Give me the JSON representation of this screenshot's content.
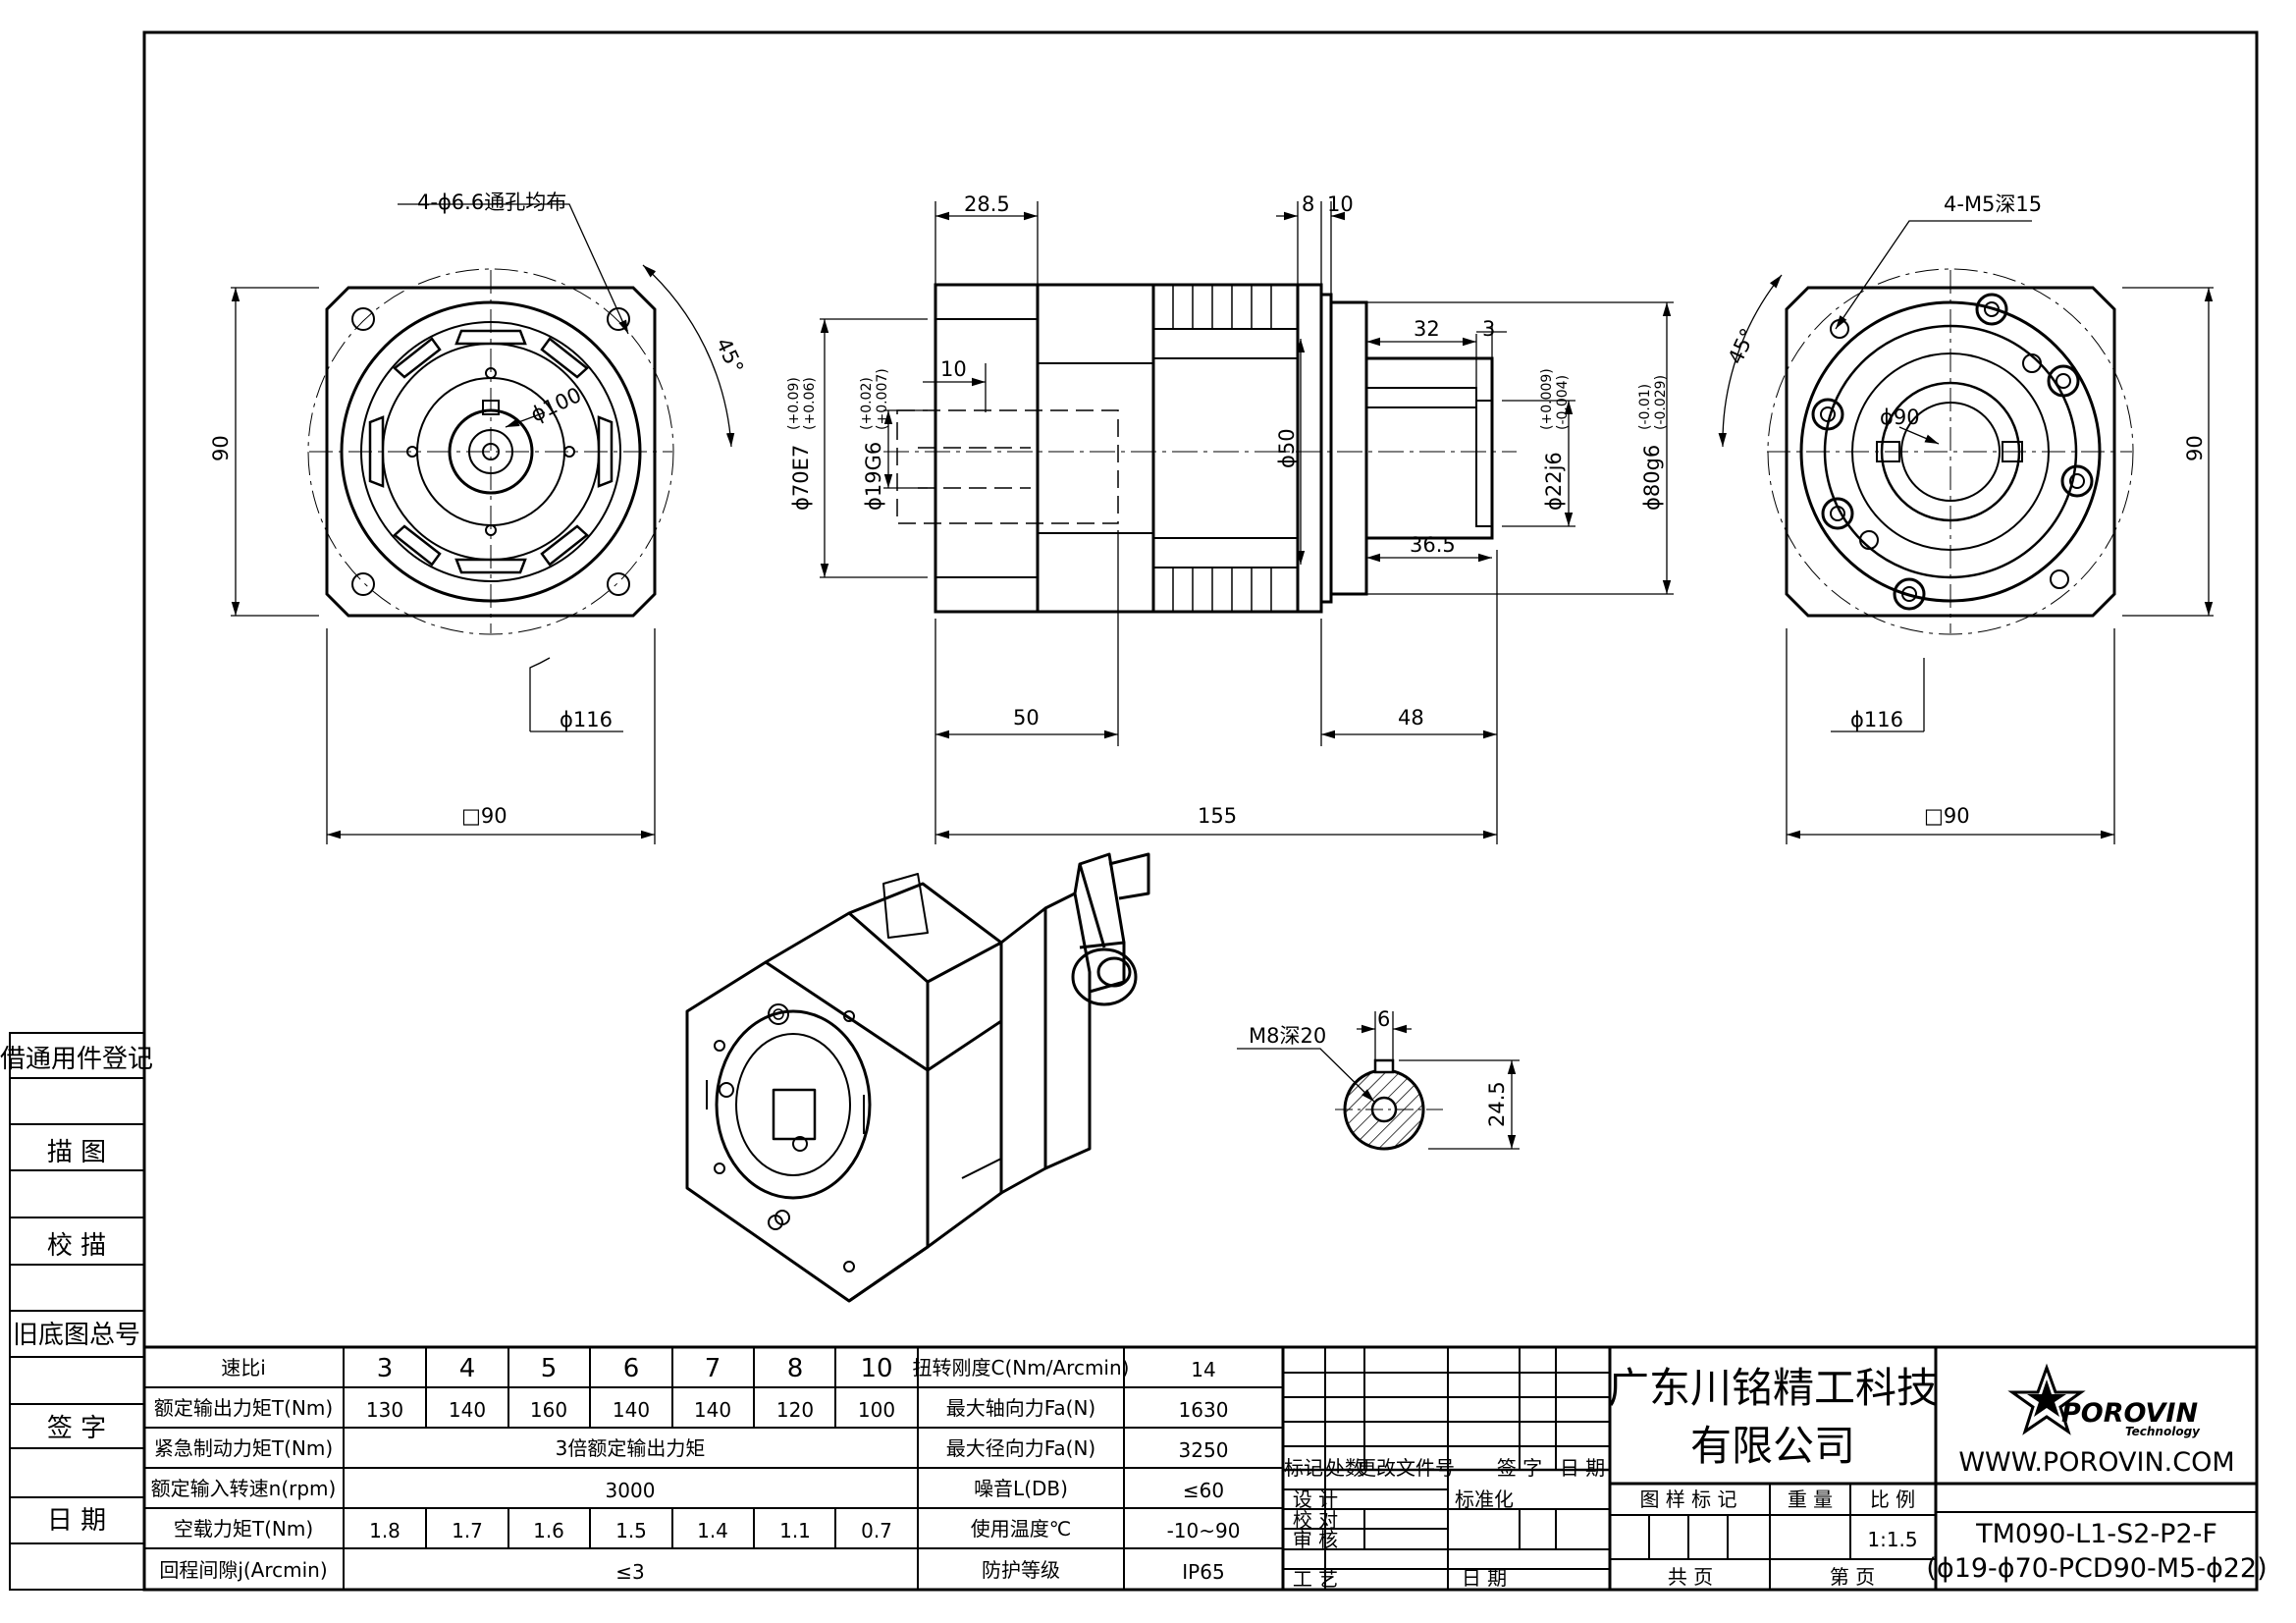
{
  "front_view": {
    "holes_note": "4-ϕ6.6通孔均布",
    "angle": "45°",
    "pcd": "ϕ100",
    "outer_dia": "ϕ116",
    "side_height": "90",
    "square": "□90"
  },
  "side_view": {
    "dim_flange_len": "28.5",
    "dim_8": "8",
    "dim_10_top": "10",
    "dim_10_inner": "10",
    "dim_32": "32",
    "dim_3": "3",
    "dia_70": "ϕ70E7",
    "dia_70_tol_upper": "(+0.09)",
    "dia_70_tol_lower": "(+0.06)",
    "dia_19": "ϕ19G6",
    "dia_19_tol_upper": "(+0.02)",
    "dia_19_tol_lower": "(+0.007)",
    "dia_50": "ϕ50",
    "dia_22": "ϕ22j6",
    "dia_22_tol_upper": "(+0.009)",
    "dia_22_tol_lower": "(-0.004)",
    "dia_80": "ϕ80g6",
    "dia_80_tol_upper": "(-0.01)",
    "dia_80_tol_lower": "(-0.029)",
    "dim_36_5": "36.5",
    "dim_50": "50",
    "dim_48": "48",
    "dim_155": "155"
  },
  "rear_view": {
    "thread_note": "4-M5深15",
    "angle": "45°",
    "pcd": "ϕ90",
    "outer_dia": "ϕ116",
    "side_height": "90",
    "square": "□90"
  },
  "section_view": {
    "thread": "M8深20",
    "key_width": "6",
    "key_height": "24.5"
  },
  "left_strip": [
    "借通用件登记",
    "描 图",
    "校 描",
    "旧底图总号",
    "签 字",
    "日 期"
  ],
  "spec_table": {
    "ratio_label": "速比i",
    "ratios": [
      "3",
      "4",
      "5",
      "6",
      "7",
      "8",
      "10"
    ],
    "rows": [
      {
        "label": "额定输出力矩T(Nm)",
        "values": [
          "130",
          "140",
          "160",
          "140",
          "140",
          "120",
          "100"
        ]
      },
      {
        "label": "紧急制动力矩T(Nm)",
        "span": "3倍额定输出力矩"
      },
      {
        "label": "额定输入转速n(rpm)",
        "span": "3000"
      },
      {
        "label": "空载力矩T(Nm)",
        "values": [
          "1.8",
          "1.7",
          "1.6",
          "1.5",
          "1.4",
          "1.1",
          "0.7"
        ]
      },
      {
        "label": "回程间隙j(Arcmin)",
        "span": "≤3"
      }
    ],
    "props": [
      {
        "label": "扭转刚度C(Nm/Arcmin)",
        "value": "14"
      },
      {
        "label": "最大轴向力Fa(N)",
        "value": "1630"
      },
      {
        "label": "最大径向力Fa(N)",
        "value": "3250"
      },
      {
        "label": "噪音L(DB)",
        "value": "≤60"
      },
      {
        "label": "使用温度℃",
        "value": "-10~90"
      },
      {
        "label": "防护等级",
        "value": "IP65"
      }
    ]
  },
  "title_block": {
    "rev_headers": [
      "标记",
      "处数",
      "更改文件号",
      "签 字",
      "日 期"
    ],
    "sign_rows": [
      "设 计",
      "校 对",
      "审 核",
      "工 艺"
    ],
    "standard": "标准化",
    "date": "日 期",
    "company_line1": "广东川铭精工科技",
    "company_line2": "有限公司",
    "mark_headers": [
      "图 样 标 记",
      "重 量",
      "比 例"
    ],
    "scale": "1:1.5",
    "sheet_total": "共    页",
    "sheet_no": "第    页",
    "logo_text": "POROVIN",
    "logo_sub": "Technology",
    "website": "WWW.POROVIN.COM",
    "model_line1": "TM090-L1-S2-P2-F",
    "model_line2": "(ϕ19-ϕ70-PCD90-M5-ϕ22)"
  }
}
